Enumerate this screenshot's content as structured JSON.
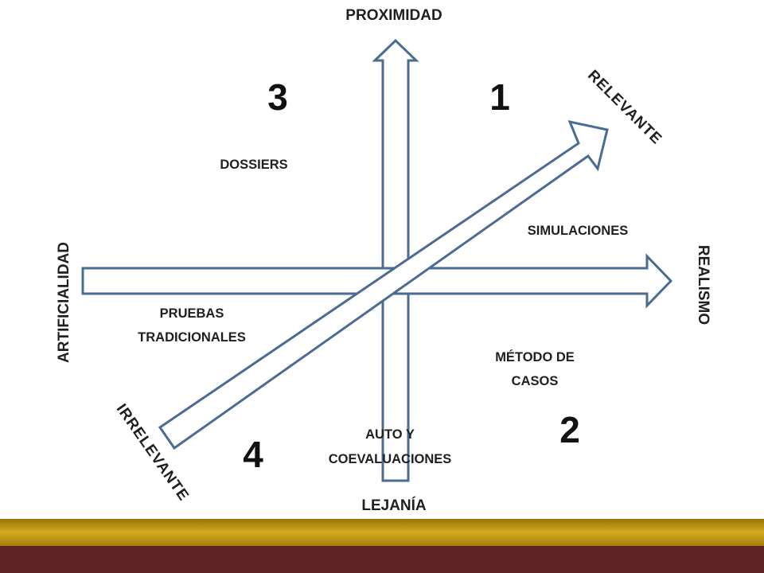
{
  "axes": {
    "top": "PROXIMIDAD",
    "bottom": "LEJANÍA",
    "left": "ARTIFICIALIDAD",
    "right": "REALISMO",
    "diagonal_end": "RELEVANTE",
    "diagonal_start": "IRRELEVANTE"
  },
  "quadrants": {
    "q1": "1",
    "q2": "2",
    "q3": "3",
    "q4": "4"
  },
  "items": {
    "dossiers": "DOSSIERS",
    "simulaciones": "SIMULACIONES",
    "pruebas_line1": "PRUEBAS",
    "pruebas_line2": "TRADICIONALES",
    "metodo_line1": "MÉTODO DE",
    "metodo_line2": "CASOS",
    "auto_line1": "AUTO Y",
    "auto_line2": "COEVALUACIONES"
  },
  "colors": {
    "arrow_stroke": "#4a6b92",
    "arrow_fill": "#ffffff",
    "band_gold": "#b98c0c",
    "band_maroon": "#5f2323"
  }
}
